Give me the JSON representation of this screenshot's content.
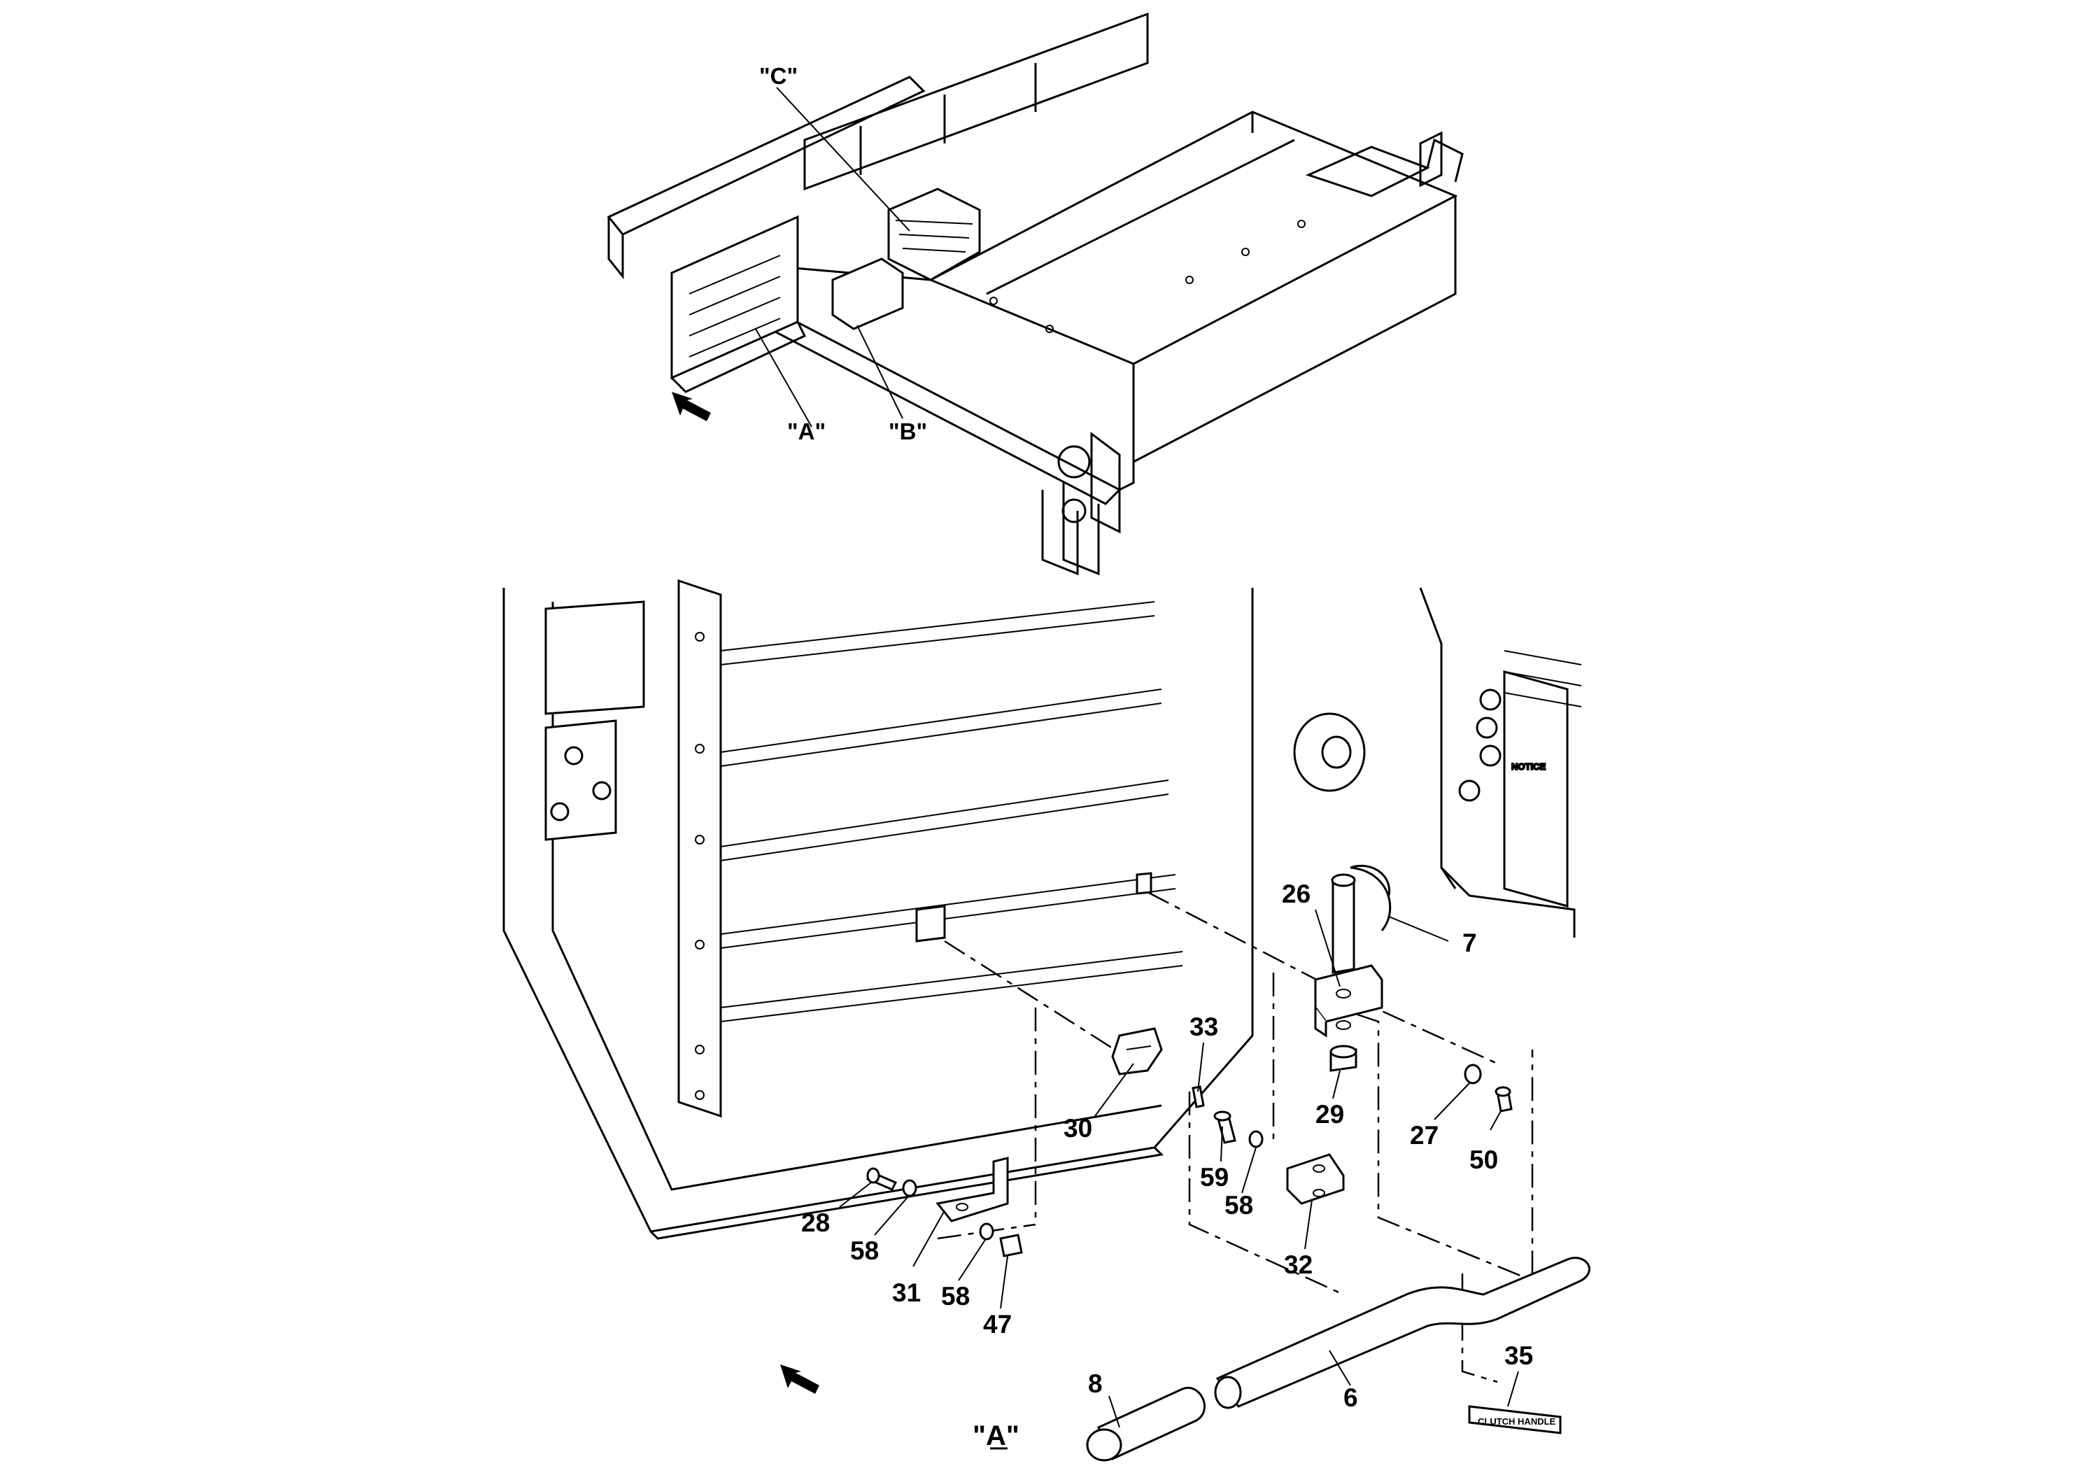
{
  "overview": {
    "view_labels": [
      "\"C\"",
      "\"A\"",
      "\"B\""
    ]
  },
  "detail": {
    "view_title": "\"A\"",
    "decal_text": "CLUTCH HANDLE",
    "notice_text": "NOTICE"
  },
  "callouts": [
    "26",
    "7",
    "33",
    "29",
    "30",
    "27",
    "50",
    "59",
    "58",
    "32",
    "28",
    "58",
    "31",
    "58",
    "47",
    "35",
    "8",
    "6"
  ]
}
